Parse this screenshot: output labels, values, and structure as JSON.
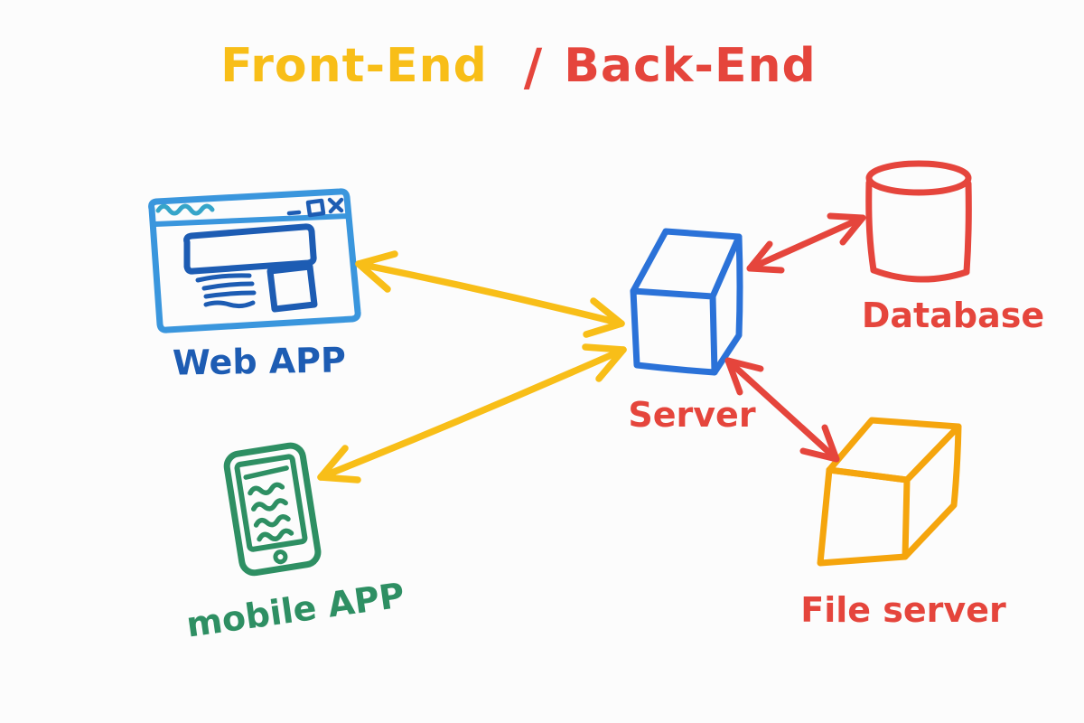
{
  "title": {
    "frontend": "Front-End",
    "separator": "/",
    "backend": "Back-End"
  },
  "nodes": {
    "web_app": {
      "label": "Web APP",
      "shape": "browser-window"
    },
    "mobile_app": {
      "label": "mobile APP",
      "shape": "smartphone"
    },
    "server": {
      "label": "Server",
      "shape": "3d-box"
    },
    "database": {
      "label": "Database",
      "shape": "cylinder"
    },
    "file_server": {
      "label": "File server",
      "shape": "3d-box"
    }
  },
  "browser_chrome": {
    "controls": [
      "minimize",
      "maximize",
      "close"
    ]
  },
  "connections": [
    {
      "from": "web_app",
      "to": "server",
      "style": "double-headed-arrow",
      "color_name": "yellow"
    },
    {
      "from": "mobile_app",
      "to": "server",
      "style": "double-headed-arrow",
      "color_name": "yellow"
    },
    {
      "from": "server",
      "to": "database",
      "style": "double-headed-arrow",
      "color_name": "red"
    },
    {
      "from": "server",
      "to": "file_server",
      "style": "double-headed-arrow",
      "color_name": "red"
    }
  ],
  "colors": {
    "yellow": "#f8be18",
    "red": "#e5453c",
    "server_blue": "#2b72d8",
    "browser_frame_blue": "#3a96dd",
    "browser_content_blue": "#1d5cb3",
    "squiggle_teal": "#36a5c9",
    "green": "#2e8f63",
    "orange": "#f5a50d",
    "background": "#fcfcfc"
  }
}
